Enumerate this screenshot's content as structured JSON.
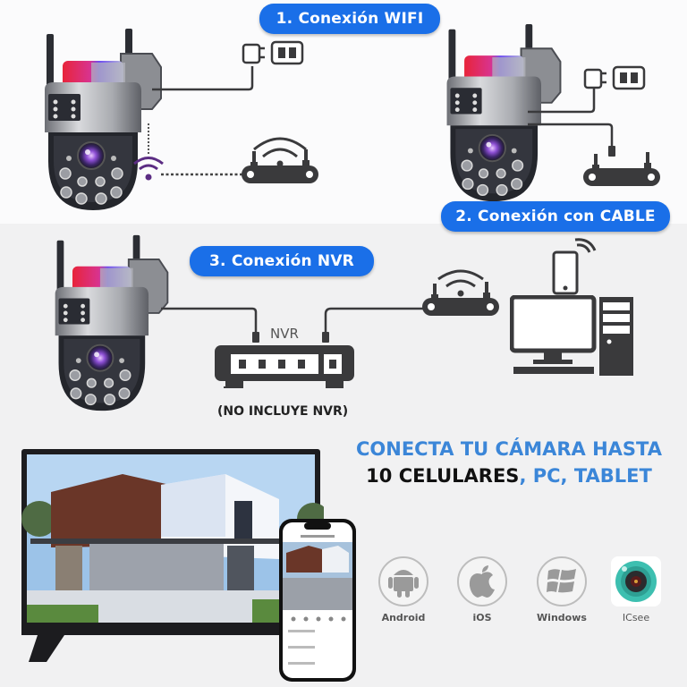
{
  "sections": {
    "wifi": {
      "label": "1. Conexión WIFI"
    },
    "cable": {
      "label": "2. Conexión con CABLE"
    },
    "nvr": {
      "label": "3. Conexión NVR",
      "device_label": "NVR",
      "note": "(NO INCLUYE NVR)"
    }
  },
  "headline": {
    "line1": "CONECTA TU CÁMARA HASTA",
    "line2_black": "10 CELULARES",
    "line2_blue": ", PC, TABLET"
  },
  "platforms": [
    {
      "label": "Android",
      "icon": "android-icon"
    },
    {
      "label": "iOS",
      "icon": "apple-icon"
    },
    {
      "label": "Windows",
      "icon": "windows-icon"
    },
    {
      "label": "ICsee",
      "icon": "icsee-app-icon"
    }
  ],
  "colors": {
    "accent_blue": "#1a6fe8",
    "headline_blue": "#3b86d8",
    "icon_dark": "#3a3a3c",
    "wifi_purple": "#5b2c83",
    "icsee_teal": "#3dbfb0"
  }
}
